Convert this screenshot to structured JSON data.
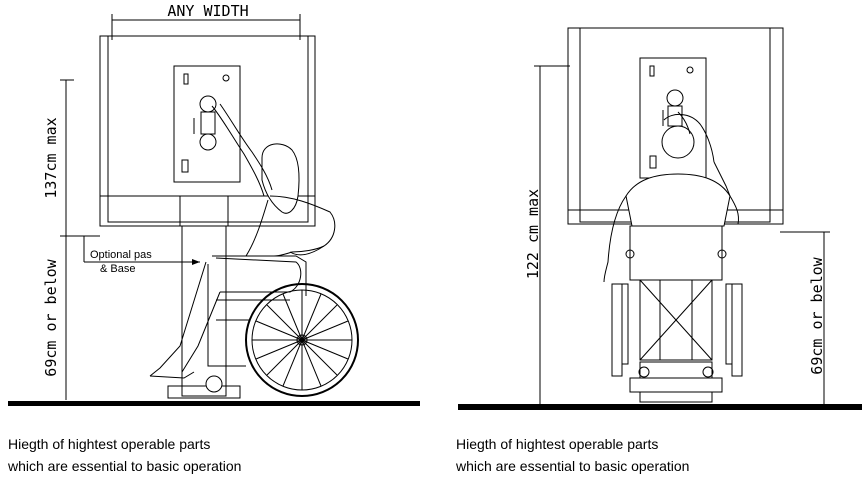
{
  "left_view": {
    "width_label": "ANY WIDTH",
    "height_max_label": "137cm max",
    "height_below_label": "69cm or below",
    "callout_line1": "Optional pas",
    "callout_line2": "& Base",
    "caption_line1": "Hiegth of hightest operable parts",
    "caption_line2": "which are essential to basic operation"
  },
  "right_view": {
    "height_max_label": "122 cm max",
    "height_below_label": "69cm or below",
    "caption_line1": "Hiegth of hightest operable parts",
    "caption_line2": "which are essential to basic operation"
  }
}
